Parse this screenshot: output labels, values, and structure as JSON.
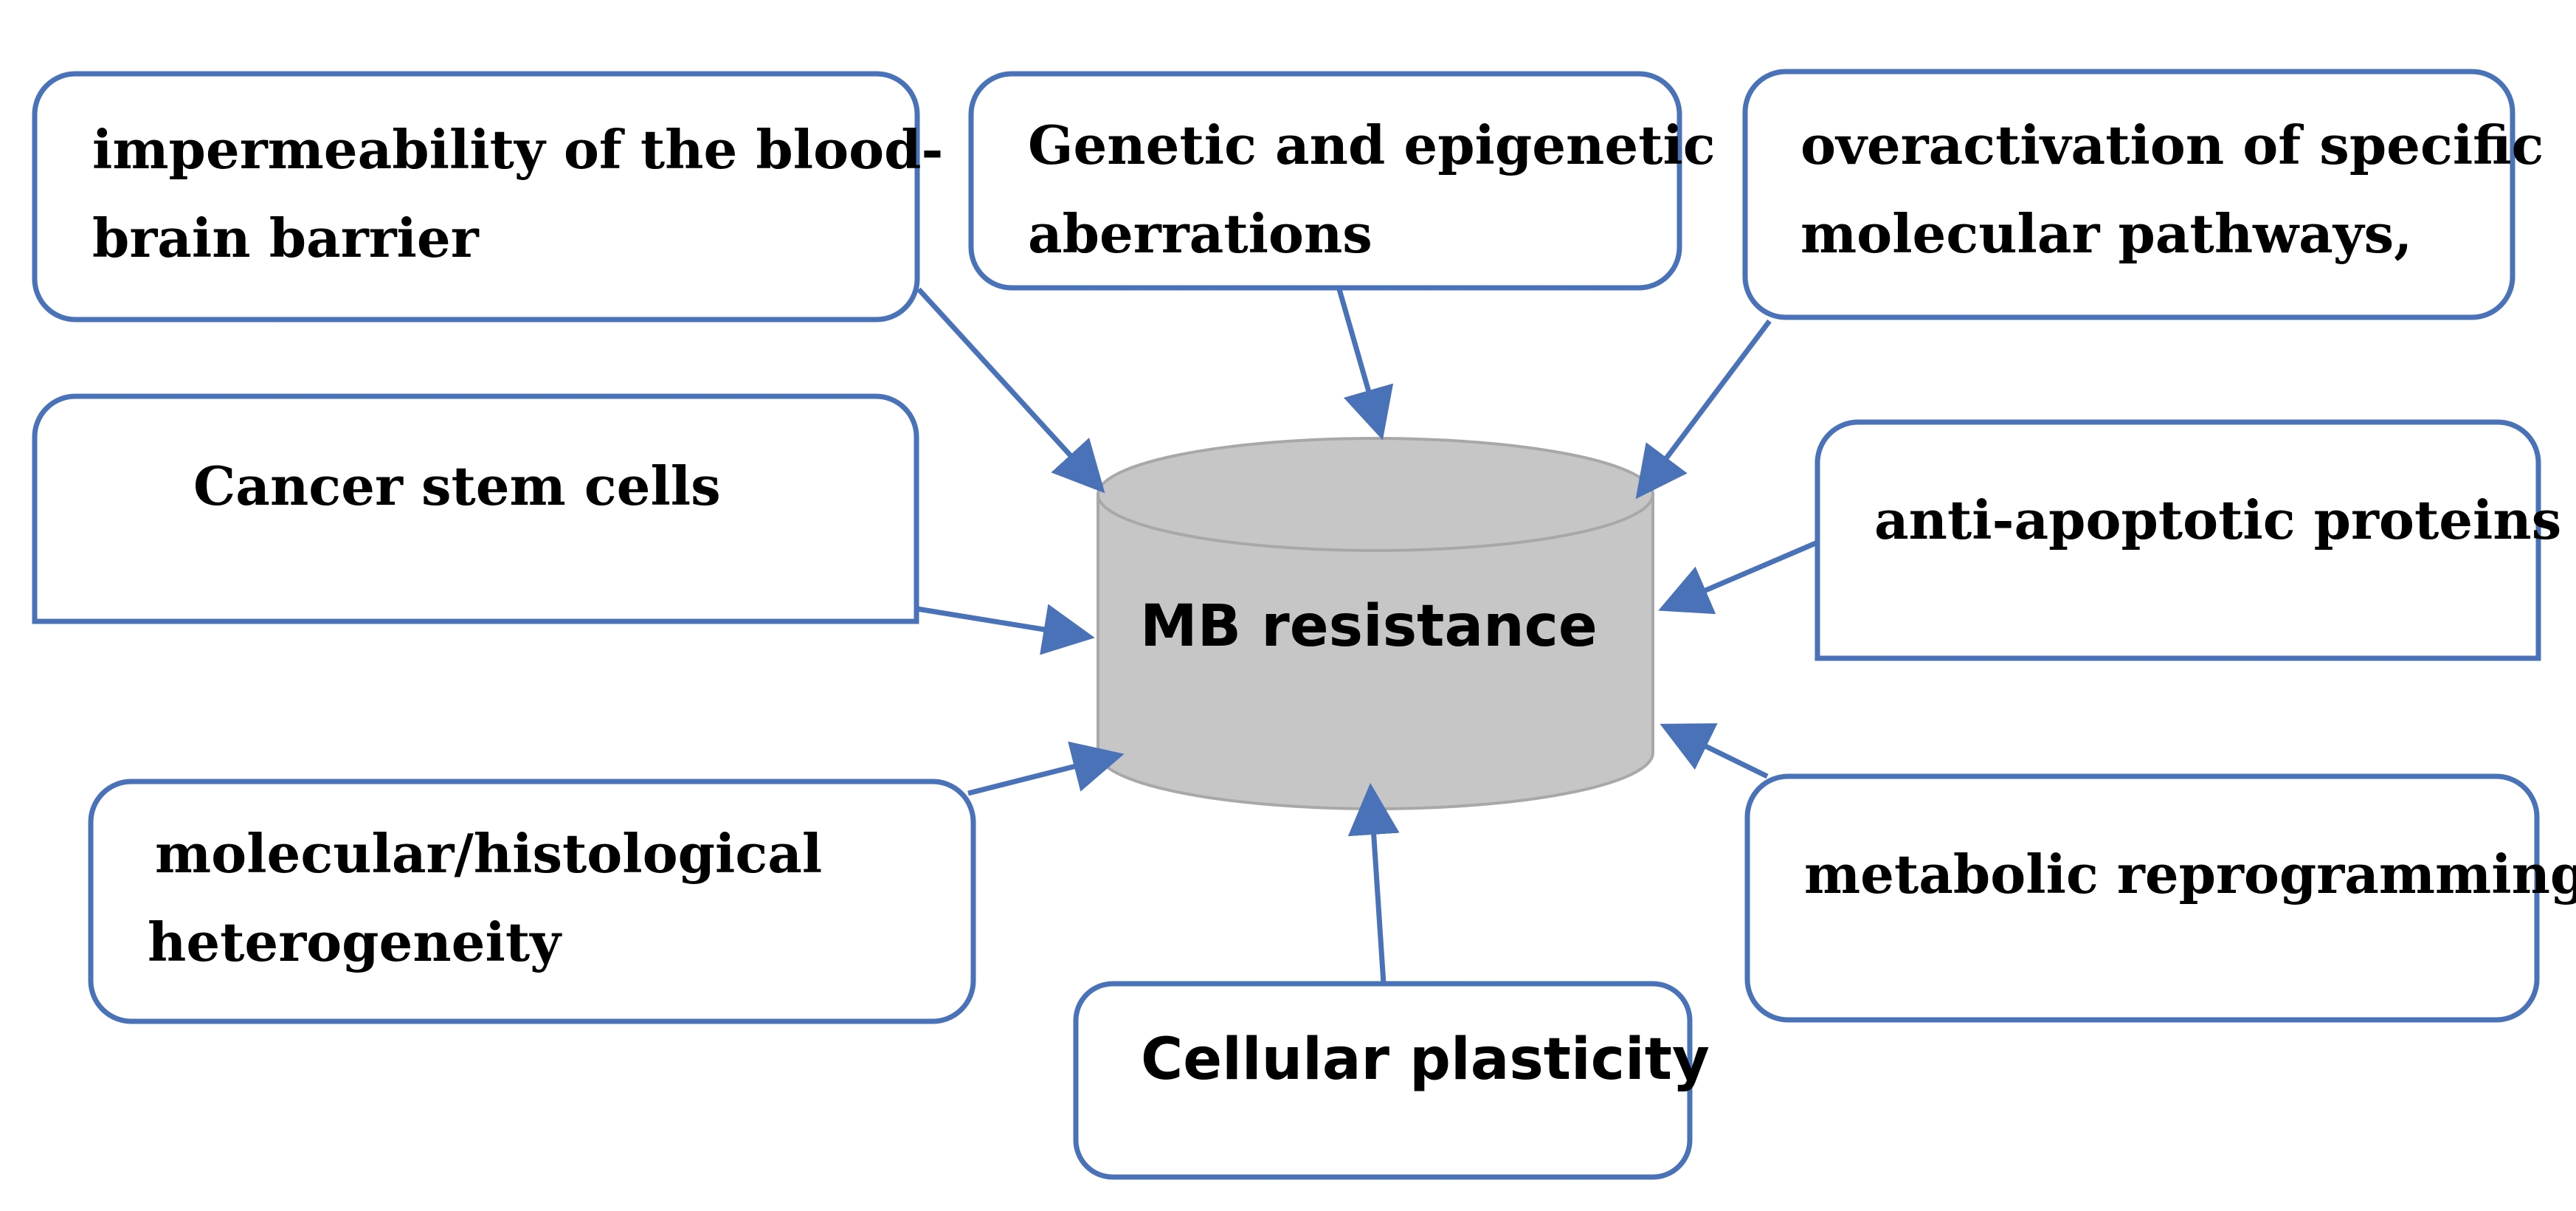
{
  "diagram": {
    "center_label": "MB resistance",
    "factors": {
      "bbb": {
        "line1": "impermeability of the blood-",
        "line2": "brain barrier"
      },
      "genetic": {
        "line1": "Genetic and epigenetic",
        "line2": "aberrations"
      },
      "pathways": {
        "line1": "overactivation of specific",
        "line2": "molecular pathways,"
      },
      "stem": {
        "line1": "Cancer stem cells"
      },
      "apoptotic": {
        "line1": "anti-apoptotic proteins"
      },
      "heterogeneity": {
        "line1": "molecular/histological",
        "line2": "heterogeneity"
      },
      "metabolic": {
        "line1": "metabolic reprogramming"
      },
      "plasticity": {
        "line1": "Cellular plasticity"
      }
    },
    "colors": {
      "box_stroke": "#4a72b8",
      "arrow": "#4a72b8",
      "cylinder_fill": "#c6c6c6",
      "cylinder_stroke": "#a8a8a8"
    }
  }
}
